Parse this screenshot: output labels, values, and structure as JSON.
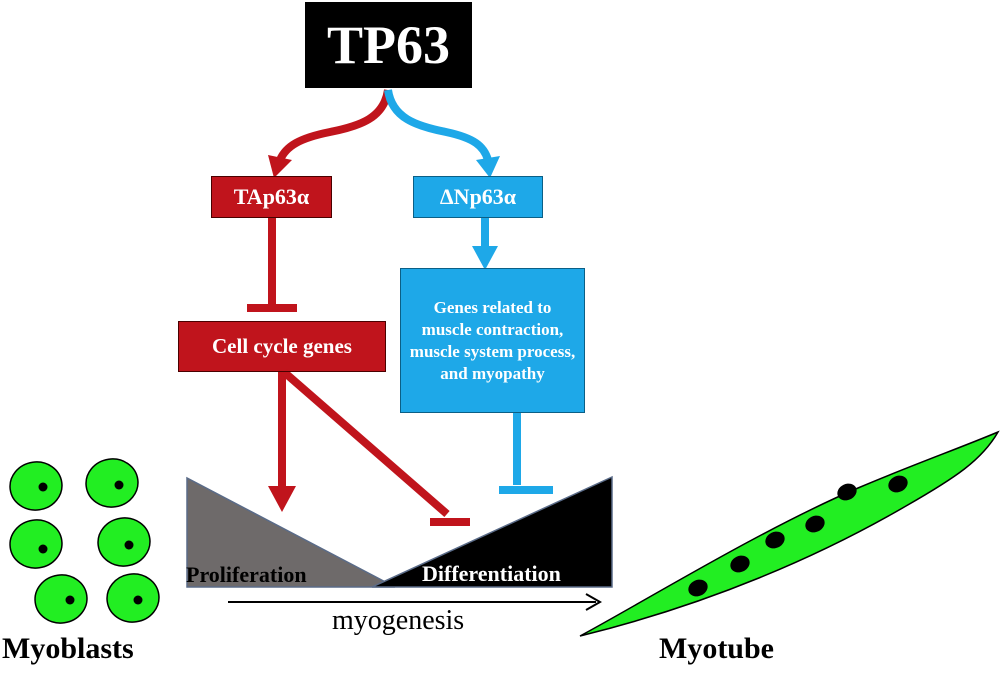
{
  "colors": {
    "red": "#c0141c",
    "blue": "#1ea8e8",
    "black": "#000000",
    "cell_green": "#22ee22",
    "proliferation_gray": "#6e6a6a"
  },
  "nodes": {
    "tp63": "TP63",
    "tap63a": "TAp63α",
    "dnp63a": "ΔNp63α",
    "cell_cycle": "Cell cycle genes",
    "muscle_genes": "Genes related to muscle contraction, muscle system process, and myopathy"
  },
  "labels": {
    "proliferation": "Proliferation",
    "differentiation": "Differentiation",
    "myogenesis": "myogenesis",
    "myoblasts": "Myoblasts",
    "myotube": "Myotube"
  }
}
